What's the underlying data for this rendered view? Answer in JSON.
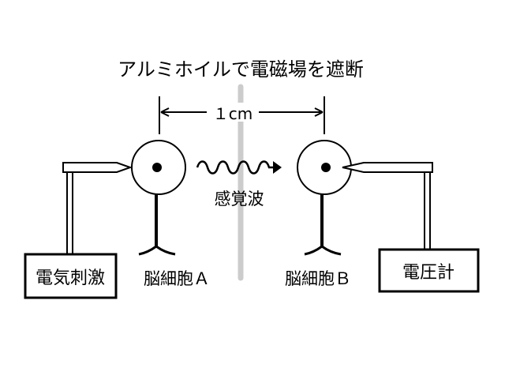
{
  "title": "アルミホイルで電磁場を遮断",
  "distance_label": "１cm",
  "wave_label": "感覚波",
  "cell_a_label": "脳細胞Ａ",
  "cell_b_label": "脳細胞Ｂ",
  "stimulator_label": "電気刺激",
  "voltmeter_label": "電圧計",
  "colors": {
    "ink": "#000000",
    "foil": "#cccccc",
    "background": "#ffffff"
  }
}
